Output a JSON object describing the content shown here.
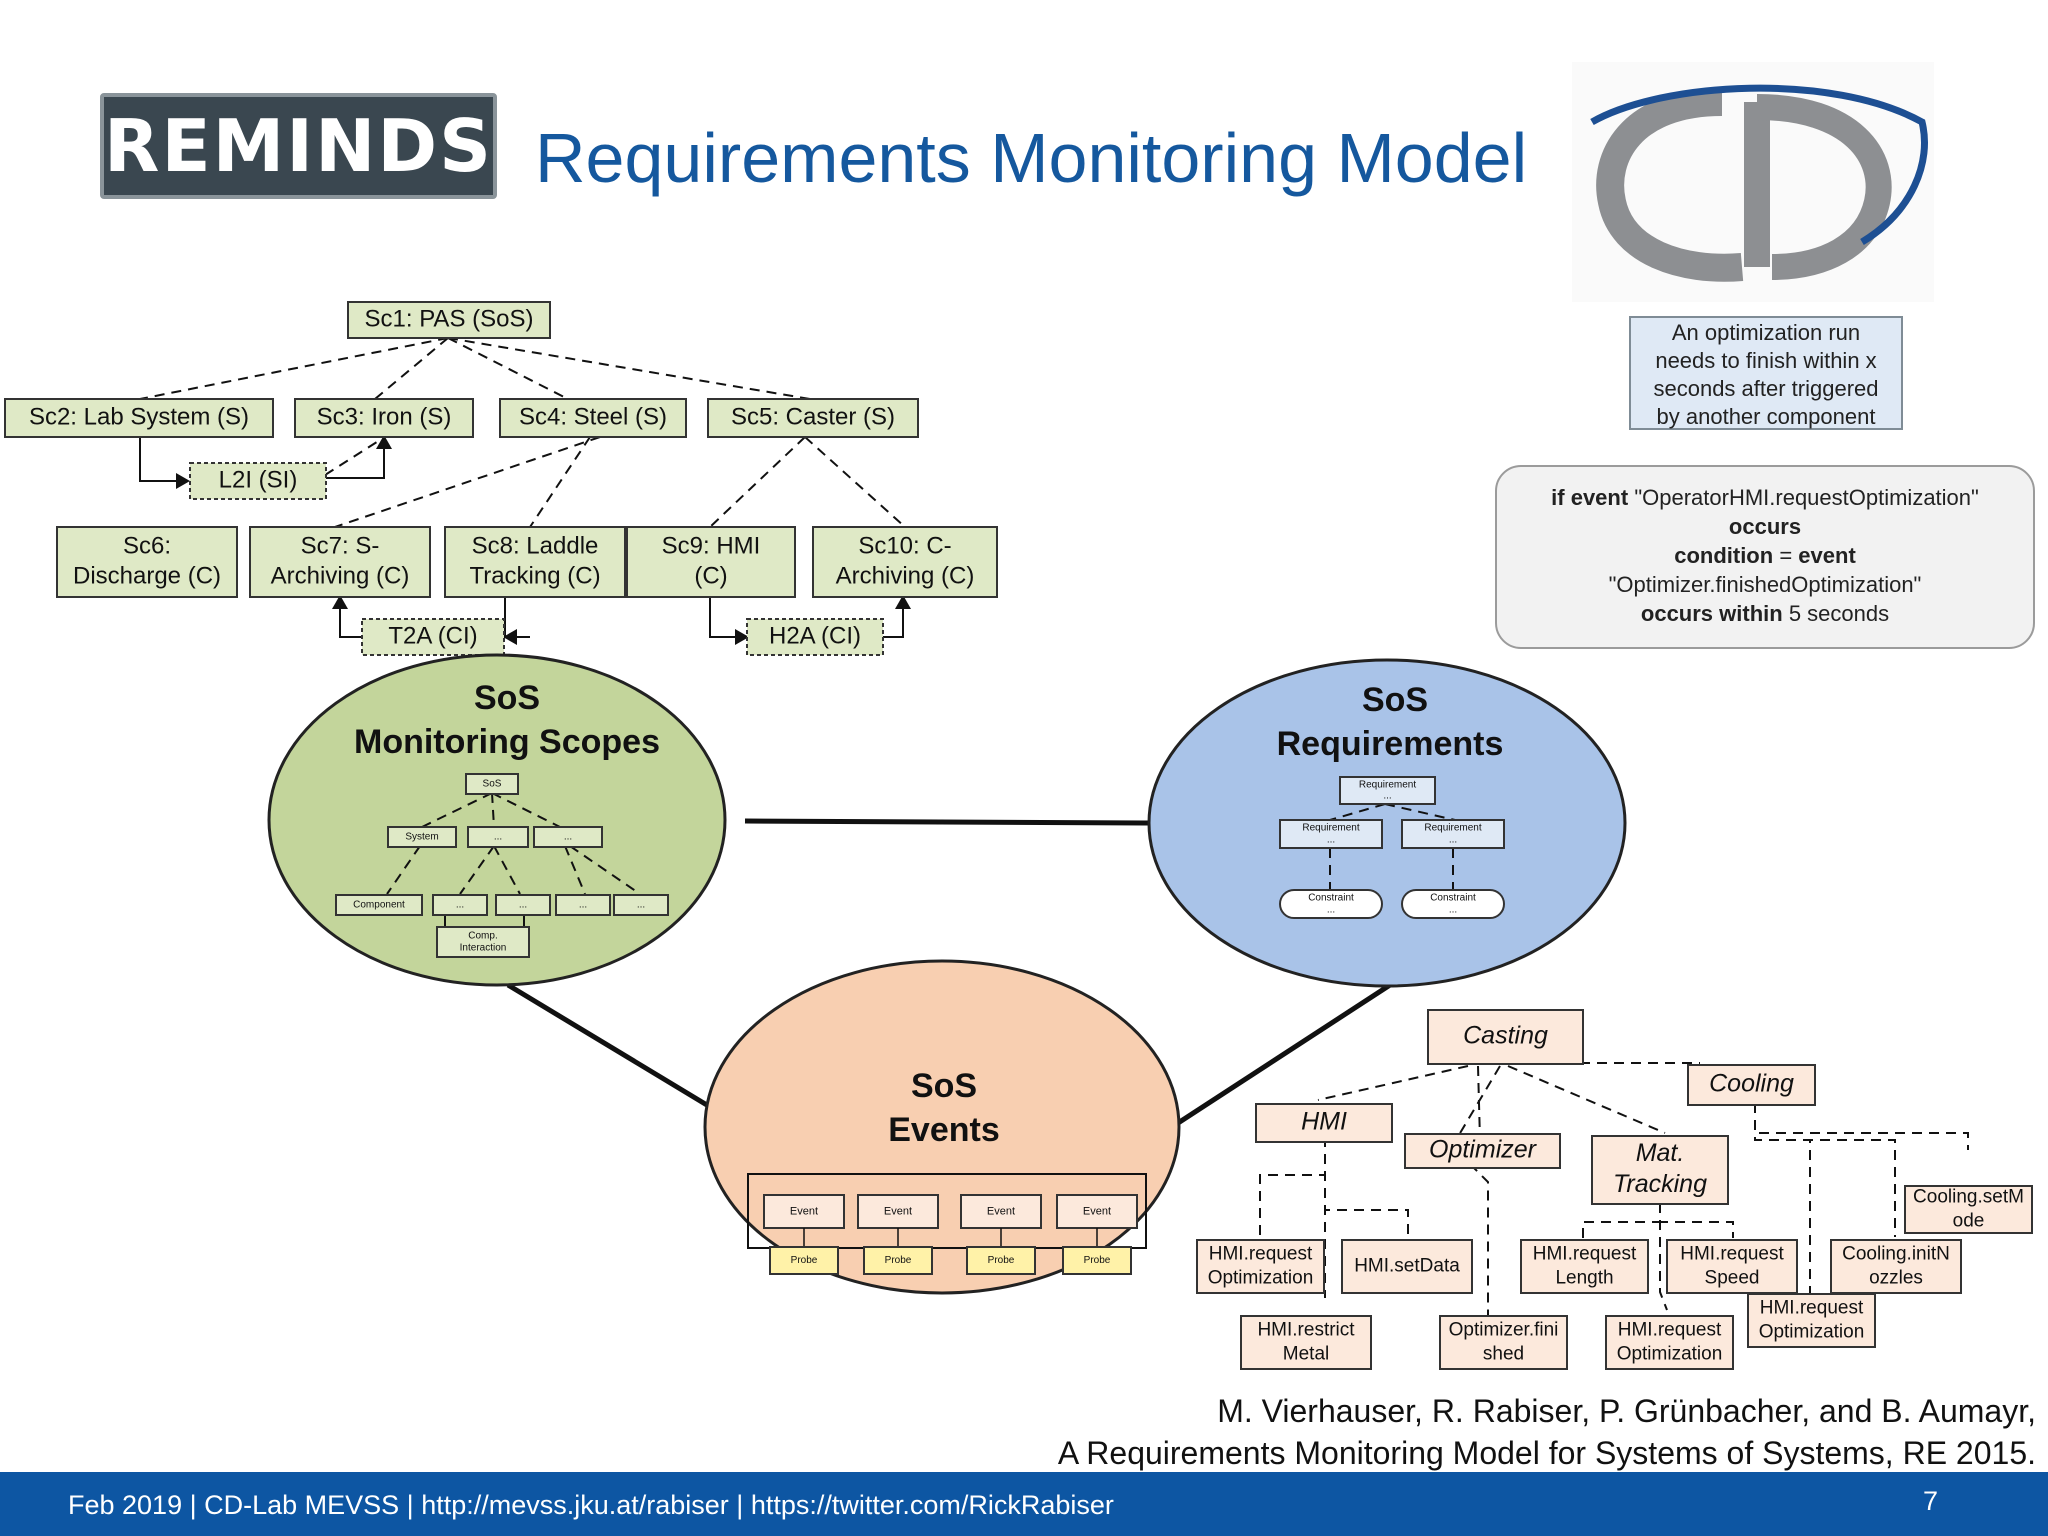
{
  "header": {
    "logo_text": "REMINDS",
    "title": "Requirements Monitoring Model"
  },
  "scopes_tree": {
    "root": "Sc1: PAS (SoS)",
    "systems": [
      "Sc2: Lab System (S)",
      "Sc3: Iron (S)",
      "Sc4: Steel (S)",
      "Sc5: Caster (S)"
    ],
    "system_interaction": "L2I (SI)",
    "components": [
      [
        "Sc6:",
        "Discharge (C)"
      ],
      [
        "Sc7: S-",
        "Archiving (C)"
      ],
      [
        "Sc8: Laddle",
        "Tracking (C)"
      ],
      [
        "Sc9: HMI",
        "(C)"
      ],
      [
        "Sc10: C-",
        "Archiving (C)"
      ]
    ],
    "component_interactions": [
      "T2A (CI)",
      "H2A (CI)"
    ]
  },
  "ellipses": {
    "scopes": {
      "title": [
        "SoS",
        "Monitoring Scopes"
      ],
      "mini": [
        "SoS",
        "System",
        "...",
        "...",
        "Component",
        "...",
        "...",
        "...",
        "...",
        "Comp.",
        "Interaction"
      ]
    },
    "requirements": {
      "title": [
        "SoS",
        "Requirements"
      ],
      "mini": [
        "Requirement",
        "...",
        "Requirement",
        "...",
        "Requirement",
        "...",
        "Constraint",
        "...",
        "Constraint",
        "..."
      ]
    },
    "events": {
      "title": [
        "SoS",
        "Events"
      ],
      "mini_event": "Event",
      "mini_probe": "Probe"
    }
  },
  "requirement_text": [
    "An optimization run",
    "needs to finish within x",
    "seconds after triggered",
    "by another component"
  ],
  "constraint_rule": {
    "line1_kw": "if event",
    "line1_val": "\"OperatorHMI.requestOptimization\"",
    "line2_kw": "occurs",
    "line3_kw1": "condition",
    "line3_eq": "=",
    "line3_kw2": "event",
    "line4_val": "\"Optimizer.finishedOptimization\"",
    "line5_kw": "occurs within",
    "line5_val": "5 seconds"
  },
  "events_tree": {
    "root": "Casting",
    "groups": [
      "HMI",
      "Optimizer",
      [
        "Mat.",
        "Tracking"
      ],
      "Cooling"
    ],
    "events": [
      [
        "HMI.request",
        "Optimization"
      ],
      [
        "HMI.setData"
      ],
      [
        "HMI.restrict",
        "Metal"
      ],
      [
        "Optimizer.fini",
        "shed"
      ],
      [
        "HMI.request",
        "Length"
      ],
      [
        "HMI.request",
        "Speed"
      ],
      [
        "HMI.request",
        "Optimization"
      ],
      [
        "HMI.request",
        "Optimization"
      ],
      [
        "Cooling.initN",
        "ozzles"
      ],
      [
        "Cooling.setM",
        "ode"
      ]
    ]
  },
  "citation": [
    "M. Vierhauser, R. Rabiser, P. Grünbacher, and B. Aumayr,",
    "A Requirements Monitoring Model for Systems of Systems, RE 2015."
  ],
  "footer": {
    "text": "Feb 2019 |  CD-Lab MEVSS | http://mevss.jku.at/rabiser | https://twitter.com/RickRabiser",
    "page": "7"
  },
  "colors": {
    "title_blue": "#15589e",
    "footer_blue": "#0d56a3",
    "scope_box": "#dfe9c6",
    "scopes_ellipse": "#c3d59b",
    "requirements_ellipse": "#a9c3e8",
    "events_ellipse": "#f8cfb1",
    "event_box": "#fce9dc"
  }
}
